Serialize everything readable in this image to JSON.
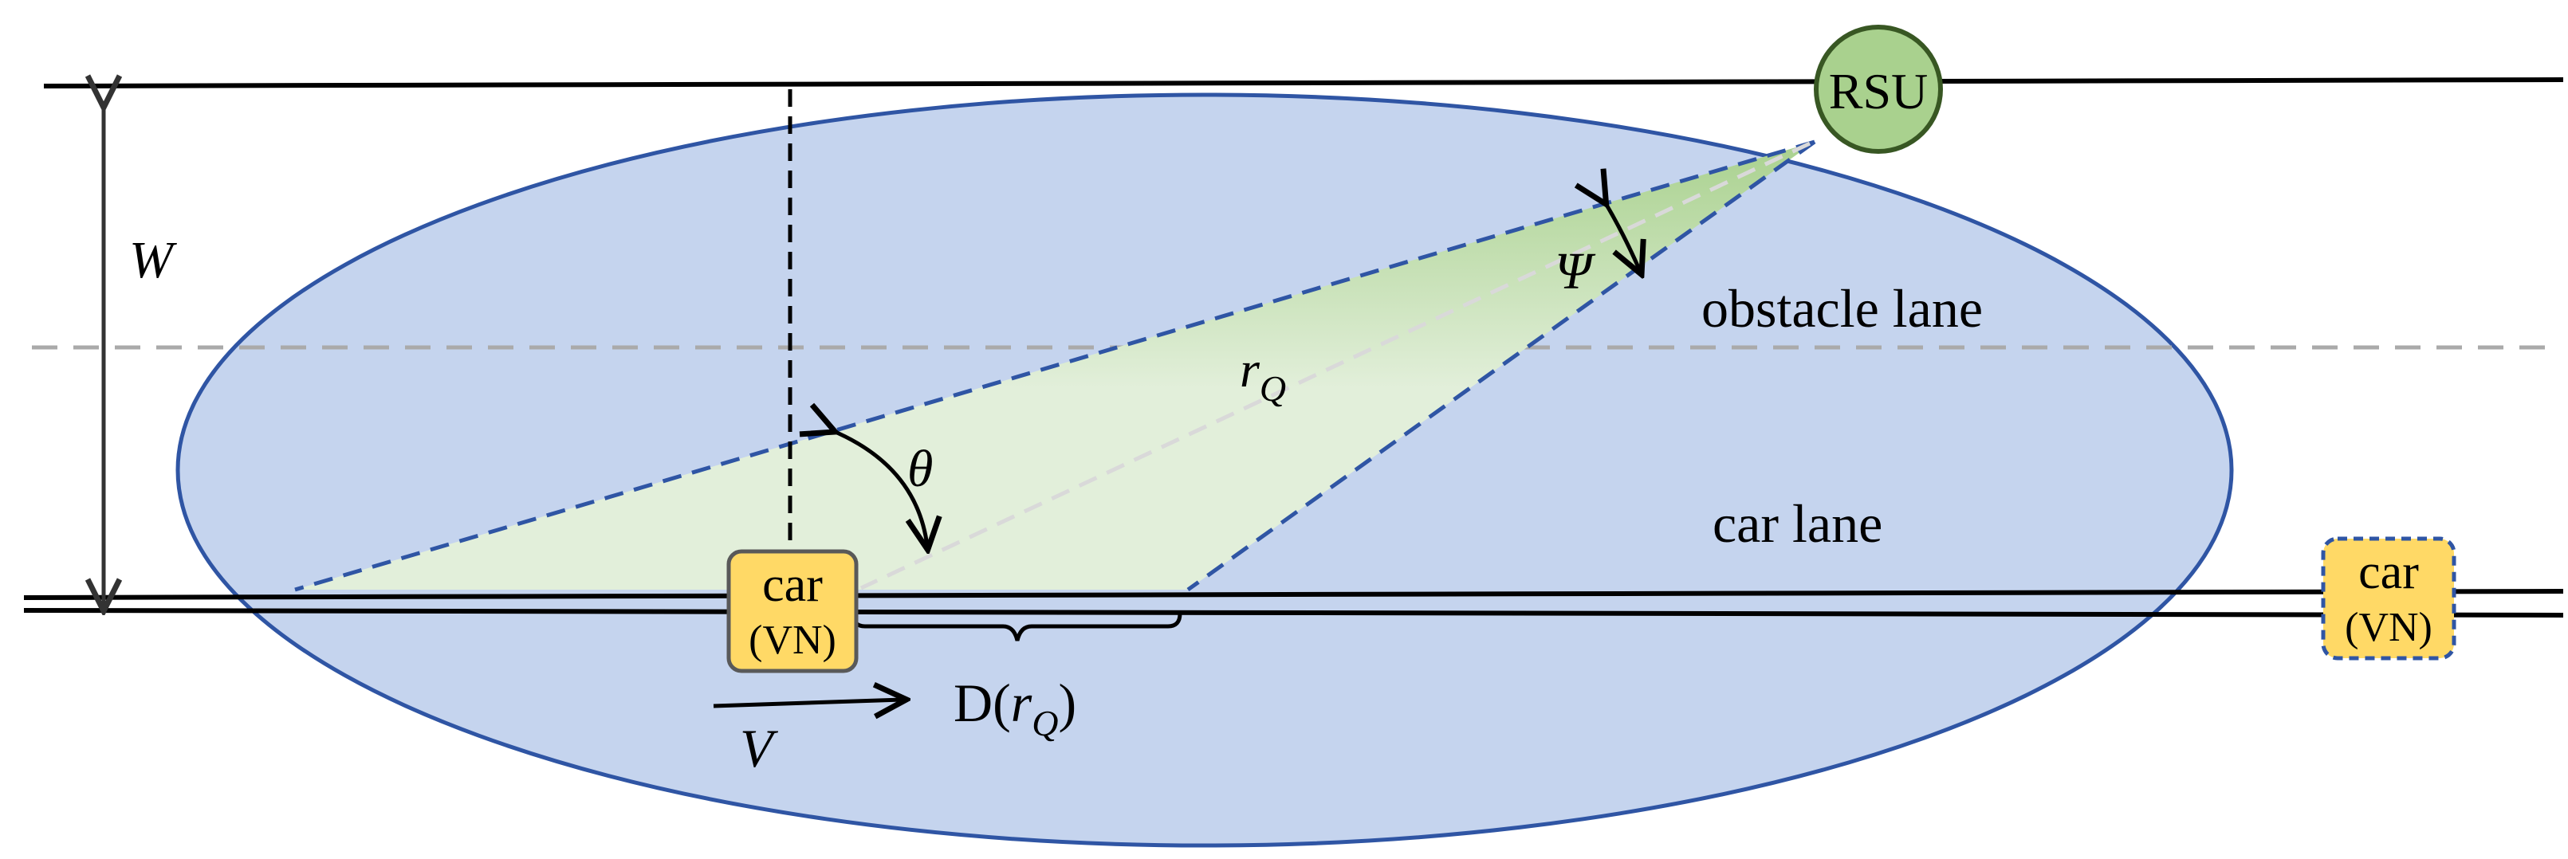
{
  "rsu": {
    "label": "RSU",
    "fill": "#a9d18e",
    "stroke": "#385723"
  },
  "lanes": {
    "obstacle": "obstacle lane",
    "car": "car lane"
  },
  "symbols": {
    "width": "W",
    "psi": "Ψ",
    "theta": "θ",
    "r": "r",
    "r_sub": "Q",
    "velocity": "V",
    "dist_prefix": "D(",
    "dist_r": "r",
    "dist_sub": "Q",
    "dist_suffix": ")"
  },
  "cars": [
    {
      "name": "car",
      "sub": "(VN)"
    },
    {
      "name": "car",
      "sub": "(VN)"
    }
  ],
  "colors": {
    "coverage_fill": "#c5d4ee",
    "coverage_stroke": "#2f55a4",
    "beam_top": "#a9d18e",
    "beam_bottom": "#e2efda",
    "car_fill": "#ffd966",
    "road": "#000000",
    "divider": "#aaaaaa"
  }
}
